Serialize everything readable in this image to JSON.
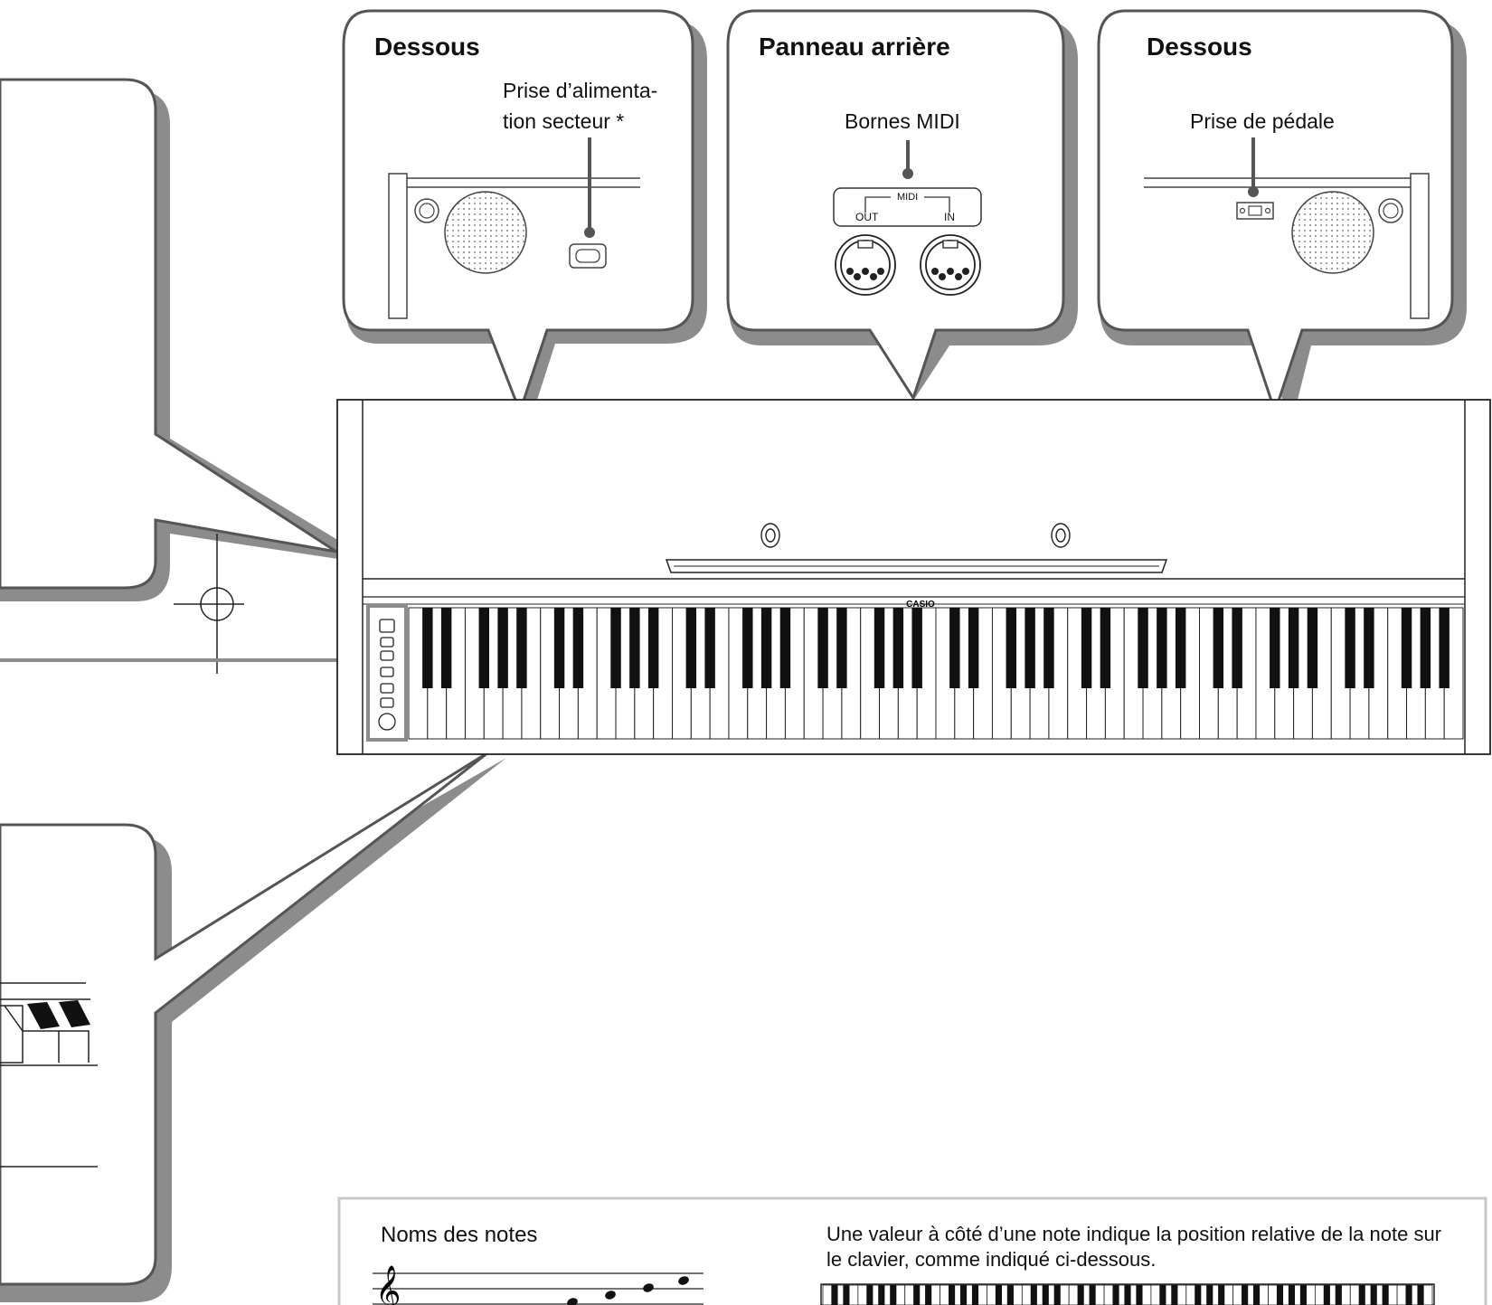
{
  "callouts": {
    "bottom_left": {
      "title": "Dessous",
      "label_line1": "Prise d’alimenta-",
      "label_line2": "tion secteur *"
    },
    "rear": {
      "title": "Panneau arrière",
      "label": "Bornes MIDI",
      "midi": "MIDI",
      "out": "OUT",
      "in": "IN"
    },
    "bottom_right": {
      "title": "Dessous",
      "label": "Prise de pédale"
    }
  },
  "piano": {
    "brand": "CASIO"
  },
  "notes": {
    "heading": "Noms des notes",
    "description_line1": "Une valeur à côté d’une note indique la position relative de la note sur",
    "description_line2": "le clavier, comme indiqué ci-dessous."
  },
  "colors": {
    "callout_shadow": "#8c8c8c",
    "outline": "#555555",
    "line": "#222222"
  }
}
